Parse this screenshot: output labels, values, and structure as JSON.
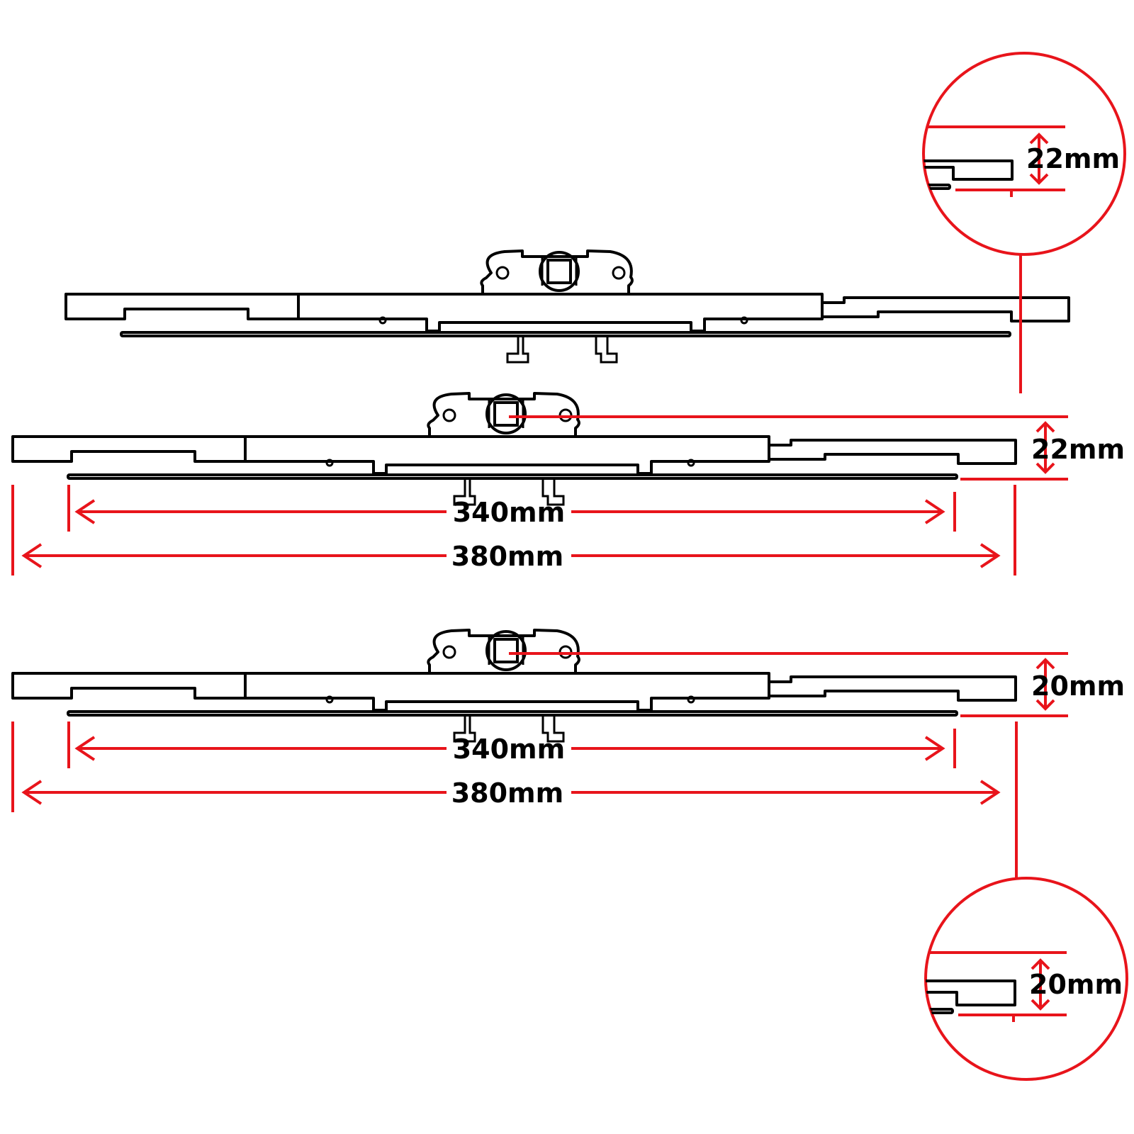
{
  "colors": {
    "dimension": "#e8141b",
    "outline": "#000000",
    "background": "#ffffff"
  },
  "zoom_top": {
    "label": "22mm"
  },
  "zoom_bottom": {
    "label": "20mm"
  },
  "assembly_1": {},
  "assembly_2": {
    "height_label": "22mm",
    "inner_label": "340mm",
    "outer_label": "380mm"
  },
  "assembly_3": {
    "height_label": "20mm",
    "inner_label": "340mm",
    "outer_label": "380mm"
  }
}
